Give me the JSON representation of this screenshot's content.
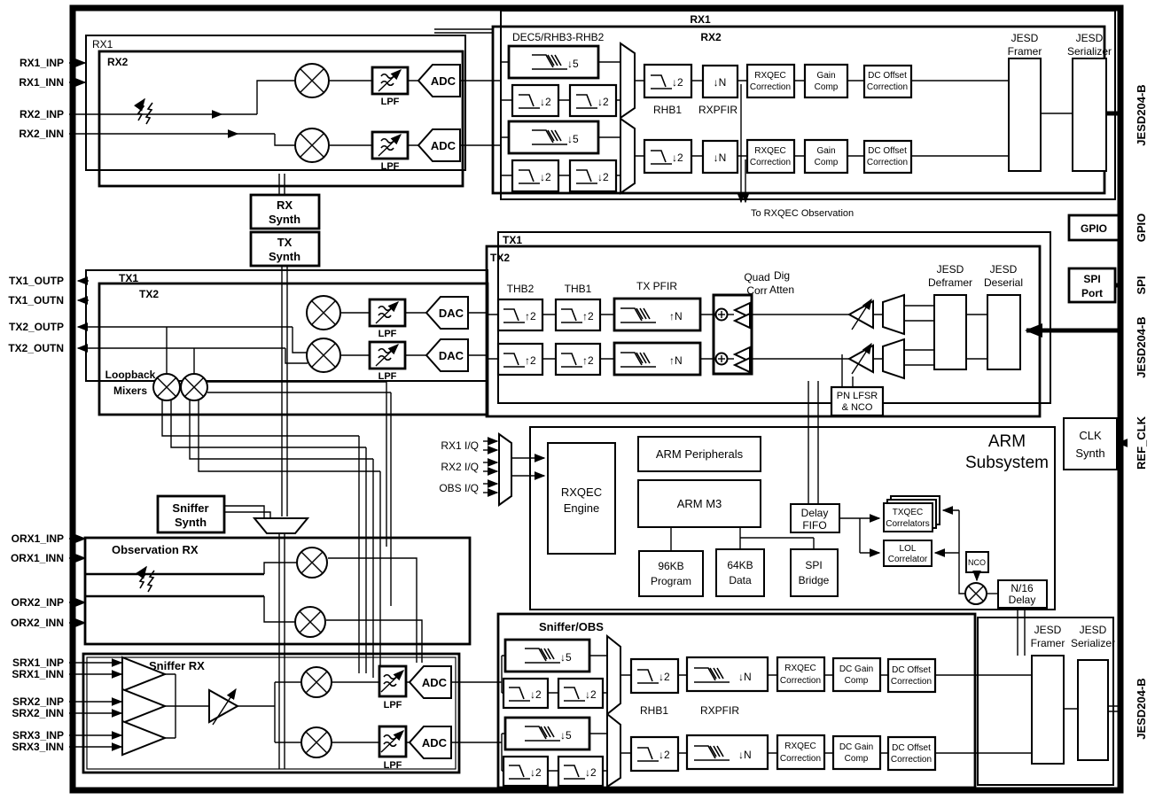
{
  "pins": {
    "left": [
      "RX1_INP",
      "RX1_INN",
      "RX2_INP",
      "RX2_INN",
      "TX1_OUTP",
      "TX1_OUTN",
      "TX2_OUTP",
      "TX2_OUTN",
      "ORX1_INP",
      "ORX1_INN",
      "ORX2_INP",
      "ORX2_INN",
      "SRX1_INP",
      "SRX1_INN",
      "SRX2_INP",
      "SRX2_INN",
      "SRX3_INP",
      "SRX3_INN"
    ],
    "right": [
      "JESD204-B",
      "GPIO",
      "SPI",
      "JESD204-B",
      "REF_CLK",
      "JESD204-B"
    ]
  },
  "rx_analog": {
    "rx1": "RX1",
    "rx2": "RX2",
    "lpf": "LPF",
    "adc": "ADC"
  },
  "rx_digital": {
    "rx1": "RX1",
    "rx2": "RX2",
    "dec": "DEC5/RHB3-RHB2",
    "d5": "↓5",
    "d2": "↓2",
    "dn": "↓N",
    "rhb1": "RHB1",
    "rxpfir": "RXPFIR",
    "rxqec": [
      "RXQEC",
      "Correction"
    ],
    "gain": [
      "Gain",
      "Comp"
    ],
    "dcoff": [
      "DC Offset",
      "Correction"
    ],
    "framer": [
      "JESD",
      "Framer"
    ],
    "serializer": [
      "JESD",
      "Serializer"
    ],
    "obs_note": "To RXQEC Observation"
  },
  "synths": {
    "rx": [
      "RX",
      "Synth"
    ],
    "tx": [
      "TX",
      "Synth"
    ],
    "sniffer": [
      "Sniffer",
      "Synth"
    ],
    "clk": [
      "CLK",
      "Synth"
    ]
  },
  "tx_analog": {
    "tx1": "TX1",
    "tx2": "TX2",
    "lpf": "LPF",
    "dac": "DAC",
    "loopback": [
      "Loopback",
      "Mixers"
    ]
  },
  "tx_digital": {
    "tx1": "TX1",
    "tx2": "TX2",
    "thb2": "THB2",
    "thb1": "THB1",
    "txpfir": "TX PFIR",
    "u2": "↑2",
    "un": "↑N",
    "quad": [
      "Quad",
      "Corr"
    ],
    "atten": [
      "Dig",
      "Atten"
    ],
    "pn": [
      "PN LFSR",
      "& NCO"
    ],
    "deframer": [
      "JESD",
      "Deframer"
    ],
    "deserial": [
      "JESD",
      "Deserial"
    ]
  },
  "arm": {
    "title": [
      "ARM",
      "Subsystem"
    ],
    "engine": [
      "RXQEC",
      "Engine"
    ],
    "peripherals": "ARM Peripherals",
    "m3": "ARM M3",
    "program": [
      "96KB",
      "Program"
    ],
    "datamem": [
      "64KB",
      "Data"
    ],
    "spi_bridge": [
      "SPI",
      "Bridge"
    ],
    "delay_fifo": [
      "Delay",
      "FIFO"
    ],
    "txqec": [
      "TXQEC",
      "Correlators"
    ],
    "lol": [
      "LOL",
      "Correlator"
    ],
    "nco": "NCO",
    "n16": [
      "N/16",
      "Delay"
    ],
    "inputs": [
      "RX1 I/Q",
      "RX2 I/Q",
      "OBS I/Q"
    ]
  },
  "io": {
    "gpio": "GPIO",
    "spi_port": [
      "SPI",
      "Port"
    ]
  },
  "observation": {
    "title": "Observation RX"
  },
  "sniffer": {
    "title": "Sniffer RX"
  },
  "sniffer_digital": {
    "title": "Sniffer/OBS",
    "d5": "↓5",
    "d2": "↓2",
    "dn": "↓N",
    "rhb1": "RHB1",
    "rxpfir": "RXPFIR",
    "rxqec": [
      "RXQEC",
      "Correction"
    ],
    "dcgain": [
      "DC Gain",
      "Comp"
    ],
    "dcoff": [
      "DC Offset",
      "Correction"
    ],
    "framer": [
      "JESD",
      "Framer"
    ],
    "serializer": [
      "JESD",
      "Serializer"
    ]
  }
}
